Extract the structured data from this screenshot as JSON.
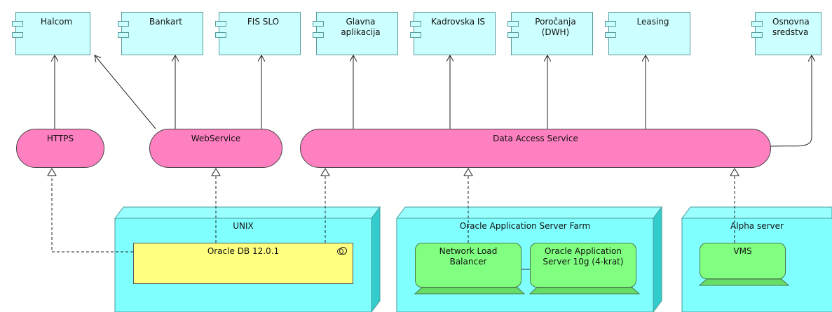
{
  "components": [
    {
      "id": "halcom",
      "label": "Halcom"
    },
    {
      "id": "bankart",
      "label": "Bankart"
    },
    {
      "id": "fis",
      "label": "FIS SLO"
    },
    {
      "id": "glavna",
      "label": "Glavna\naplikacija"
    },
    {
      "id": "kadrovska",
      "label": "Kadrovska IS"
    },
    {
      "id": "porocanja",
      "label": "Poročanja\n(DWH)"
    },
    {
      "id": "leasing",
      "label": "Leasing"
    },
    {
      "id": "osnovna",
      "label": "Osnovna\nsredstva"
    }
  ],
  "services": [
    {
      "id": "https",
      "label": "HTTPS"
    },
    {
      "id": "webservice",
      "label": "WebService"
    },
    {
      "id": "das",
      "label": "Data Access Service"
    }
  ],
  "nodes": [
    {
      "id": "unix",
      "label": "UNIX"
    },
    {
      "id": "oasf",
      "label": "Oracle Application Server Farm"
    },
    {
      "id": "alpha",
      "label": "Alpha server"
    }
  ],
  "artifact": {
    "label": "Oracle DB 12.0.1"
  },
  "devices": [
    {
      "id": "nlb",
      "label": "Network Load\nBalancer"
    },
    {
      "id": "oas",
      "label": "Oracle Application\nServer 10g (4-krat)"
    },
    {
      "id": "vms",
      "label": "VMS"
    }
  ],
  "colors": {
    "component": "#ccffff",
    "service": "#ff80c0",
    "node": "#80ffff",
    "artifact": "#ffff80",
    "device": "#80ff80"
  }
}
